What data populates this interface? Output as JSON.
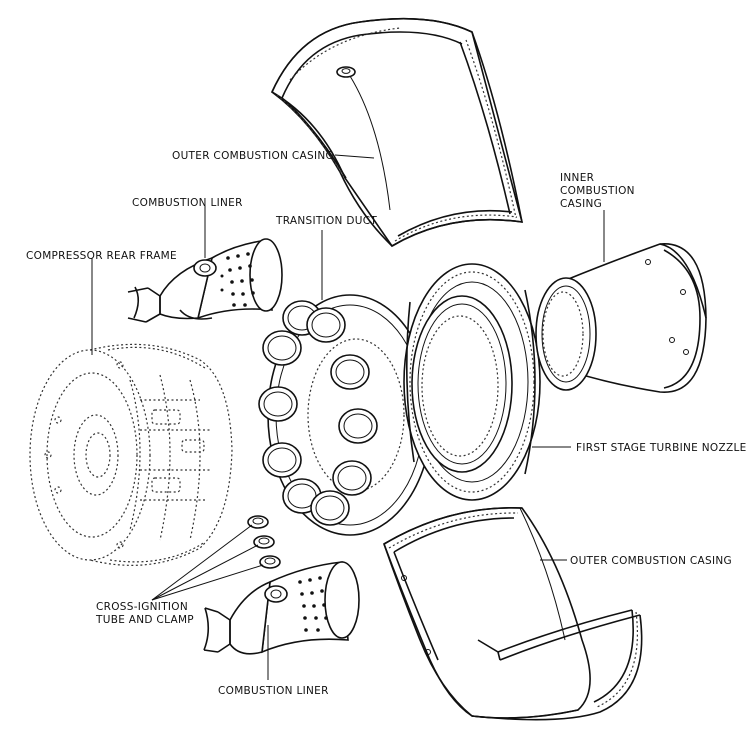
{
  "diagram": {
    "title": "Combustion section exploded view",
    "labels": {
      "outer_casing_top": "OUTER COMBUSTION CASING",
      "liner_top": "COMBUSTION LINER",
      "transition_duct": "TRANSITION DUCT",
      "inner_casing_line1": "INNER",
      "inner_casing_line2": "COMBUSTION",
      "inner_casing_line3": "CASING",
      "rear_frame": "COMPRESSOR REAR FRAME",
      "turbine_nozzle": "FIRST STAGE TURBINE NOZZLE",
      "outer_casing_bottom": "OUTER COMBUSTION CASING",
      "cross_ignition_line1": "CROSS-IGNITION",
      "cross_ignition_line2": "TUBE AND CLAMP",
      "liner_bottom": "COMBUSTION LINER"
    }
  },
  "colors": {
    "ink": "#111111",
    "paper": "#ffffff"
  }
}
